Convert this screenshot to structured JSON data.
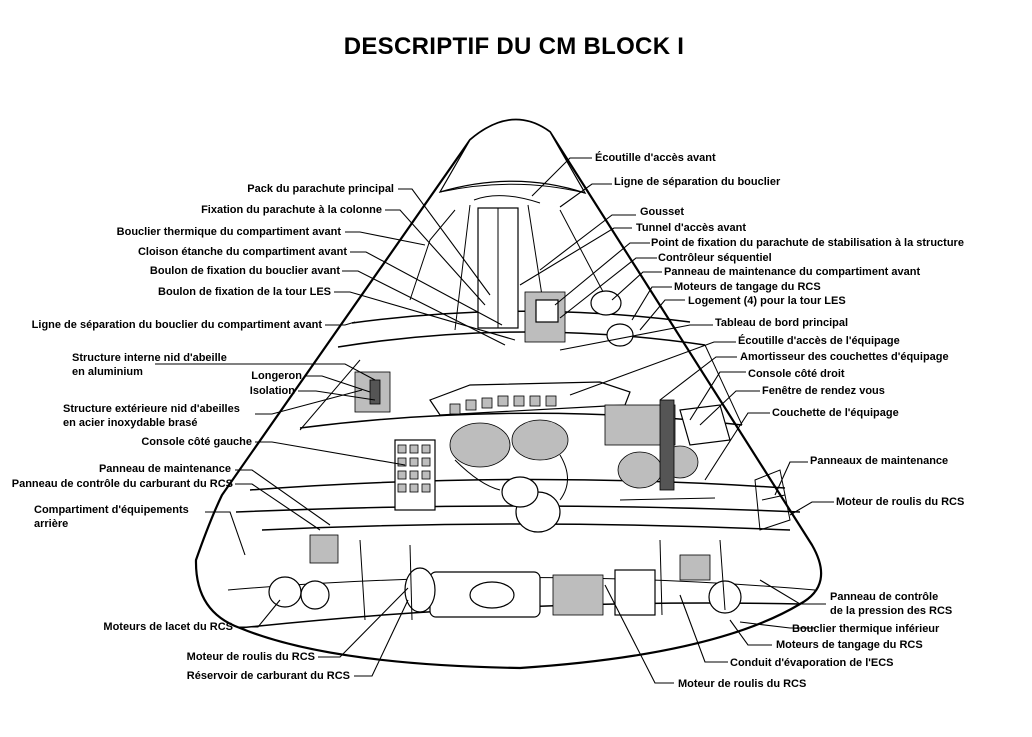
{
  "title": "DESCRIPTIF DU CM BLOCK I",
  "labels": {
    "ecoutille_acces_avant": "Écoutille d'accès avant",
    "ligne_separation_bouclier": "Ligne de séparation du bouclier",
    "pack_parachute": "Pack du parachute principal",
    "gousset": "Gousset",
    "fixation_parachute_colonne": "Fixation du parachute à la colonne",
    "tunnel_acces_avant": "Tunnel d'accès avant",
    "bouclier_thermique_avant": "Bouclier thermique du compartiment avant",
    "point_fixation_parachute": "Point de fixation du parachute de stabilisation à la structure",
    "cloison_etanche": "Cloison étanche du compartiment avant",
    "controleur_sequentiel": "Contrôleur séquentiel",
    "boulon_bouclier_avant": "Boulon de fixation du bouclier avant",
    "panneau_maintenance_avant": "Panneau de maintenance du compartiment avant",
    "moteurs_tangage_haut": "Moteurs de tangage du RCS",
    "boulon_tour_les": "Boulon de fixation de la tour LES",
    "logement_tour_les": "Logement (4) pour la tour LES",
    "ligne_separation_avant": "Ligne de séparation du bouclier du compartiment avant",
    "tableau_bord": "Tableau de bord principal",
    "ecoutille_equipage": "Écoutille d'accès de l'équipage",
    "structure_interne_1": "Structure interne nid d'abeille",
    "structure_interne_2": "en aluminium",
    "amortisseur": "Amortisseur des couchettes d'équipage",
    "longeron": "Longeron",
    "console_droit": "Console côté droit",
    "isolation": "Isolation",
    "fenetre_rendez_vous": "Fenêtre de rendez vous",
    "structure_ext_1": "Structure extérieure nid d'abeilles",
    "structure_ext_2": "en acier inoxydable brasé",
    "couchette": "Couchette de l'équipage",
    "console_gauche": "Console côté gauche",
    "panneaux_maintenance": "Panneaux de maintenance",
    "panneau_maintenance": "Panneau de maintenance",
    "panneau_controle_carburant": "Panneau de contrôle du carburant du RCS",
    "moteur_roulis_droite": "Moteur de roulis du RCS",
    "compartiment_arriere_1": "Compartiment d'équipements",
    "compartiment_arriere_2": "arrière",
    "panneau_pression_1": "Panneau de contrôle",
    "panneau_pression_2": "de la pression des RCS",
    "moteurs_lacet": "Moteurs de  lacet du RCS",
    "bouclier_inferieur": "Bouclier thermique inférieur",
    "moteurs_tangage_bas": "Moteurs de tangage du RCS",
    "moteur_roulis_bas_gauche": "Moteur de roulis du RCS",
    "conduit_ecs": "Conduit d'évaporation de l'ECS",
    "reservoir_carburant": "Réservoir de carburant du RCS",
    "moteur_roulis_bas": "Moteur de roulis du RCS"
  }
}
